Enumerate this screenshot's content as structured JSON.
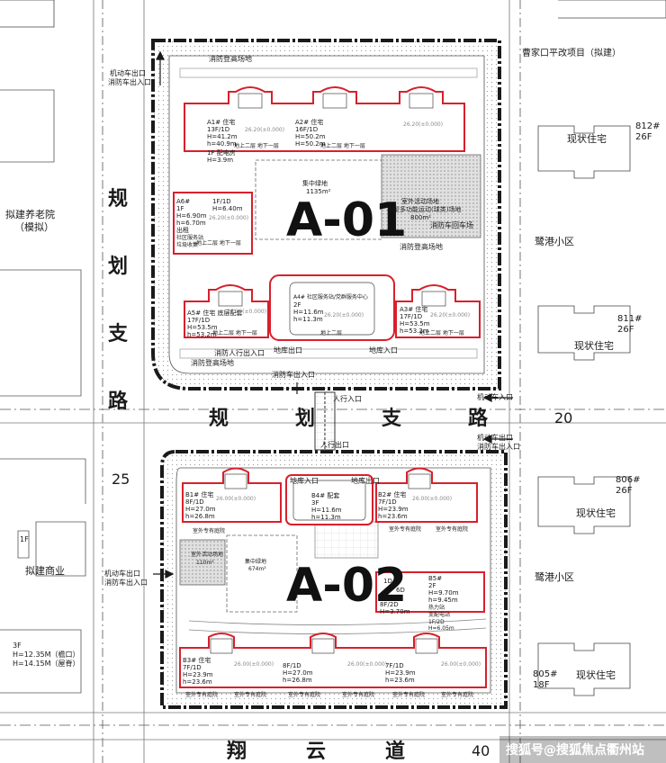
{
  "site_labels": {
    "a01": "A-01",
    "a02": "A-02"
  },
  "roads": {
    "west_road_chars": [
      "规",
      "划",
      "支",
      "路"
    ],
    "middle_road_chars": [
      "规",
      "划",
      "支",
      "路"
    ],
    "south_road_chars": [
      "翔",
      "云",
      "道"
    ],
    "west_road_width": "25",
    "middle_road_width": "20",
    "south_road_width": "40"
  },
  "surroundings": {
    "north_project": "曹家口平改项目（拟建）",
    "elderly_home": "拟建养老院",
    "elderly_home_note": "（模拟）",
    "lugang_1": "鹭港小区",
    "lugang_2": "鹭港小区",
    "commerce": "拟建商业",
    "existing_812": "现状住宅",
    "existing_811": "现状住宅",
    "existing_806": "现状住宅",
    "existing_805": "现状住宅",
    "b812_num": "812#",
    "b812_floors": "26F",
    "b811_num": "811#",
    "b811_floors": "26F",
    "b806_num": "806#",
    "b806_floors": "26F",
    "b805_num": "805#",
    "b805_floors": "18F",
    "sw_bldg_l1": "3F",
    "sw_bldg_l2": "H=12.35M（檐口）",
    "sw_bldg_l3": "H=14.15M（屋脊）",
    "sw_1f": "1F"
  },
  "a01": {
    "fire_ascent_top": "消防登高场地",
    "fire_ascent_mid": "消防登高场地",
    "fire_ascent_bottom": "消防登高场地",
    "motor_entry": "机动车出口",
    "fire_exit": "消防车出入口",
    "green_title": "集中绿地",
    "green_area": "1135m²",
    "sport_l1": "室外活动场地",
    "sport_l2": "小型多功能运动(球类)场地",
    "sport_area": "800m²",
    "fire_turn": "消防车回车场",
    "a1_name": "A1# 住宅",
    "a1_floors": "13F/1D",
    "a1_h": "H=41.2m",
    "a1_h2": "h=40.9m",
    "a1_annex": "1F 配电房",
    "a1_annex_h": "H=3.9m",
    "a2_name": "A2# 住宅",
    "a2_floors": "16F/1D",
    "a2_h": "H=50.2m",
    "a2_h2": "H=50.2m",
    "a6_name": "A6#",
    "a6_floors": "1F",
    "a6_h": "H=6.90m",
    "a6_h2": "h=6.70m",
    "a6_f": "1F/1D",
    "a6_fh": "H=6.40m",
    "a6_use": "出租",
    "a6_use2": "社区服务站",
    "a6_use3": "垃圾收集",
    "a4_name": "A4# 社区服务站/党群服务中心",
    "a4_floors": "2F",
    "a4_h": "H=11.6m",
    "a4_h2": "h=11.3m",
    "a4_level": "26.20(±0.000)",
    "a5_name": "A5# 住宅 底层配套",
    "a5_floors": "17F/1D",
    "a5_h": "H=53.5m",
    "a5_h2": "h=53.2m",
    "a3_name": "A3# 住宅",
    "a3_floors": "17F/1D",
    "a3_h": "H=53.5m",
    "a3_h2": "h=53.2m",
    "ped_entry": "消防人行出入口",
    "basement_exit": "地库出口",
    "basement_entry": "地库入口",
    "fire_entry_bottom": "消防车出入口",
    "a1_level": "26.20(±0.000)",
    "a2_level": "26.20(±0.000)",
    "a3_level": "26.20(±0.000)",
    "a5_level": "26.20(±0.000)",
    "a6_level": "26.20(±0.000)",
    "a1_lab": "地上二层  地下一层",
    "a2_lab": "地上二层  地下一层",
    "a4_lab": "地上二层",
    "a5_lab": "地上二层  地下一层",
    "a3_lab": "地上二层  地下一层",
    "a6_lab": "地上二层  地下一层"
  },
  "middle": {
    "motor_entry": "机动车入口",
    "ped_entry": "人行入口",
    "motor_exit": "机动车出口",
    "fire_entry": "消防车出入口",
    "ped_exit": "人行出口"
  },
  "a02": {
    "basement_in": "地库入口",
    "basement_out": "地库出口",
    "motor_exit": "机动车出口",
    "fire_exit": "消防车出入口",
    "b1_name": "B1# 住宅",
    "b1_floors": "8F/1D",
    "b1_h": "H=27.0m",
    "b1_h2": "h=26.8m",
    "b2_name": "B2# 住宅",
    "b2_floors": "7F/1D",
    "b2_h": "H=23.9m",
    "b2_h2": "h=23.6m",
    "b4_name": "B4# 配套",
    "b4_floors": "3F",
    "b4_h": "H=11.6m",
    "b4_h2": "h=11.3m",
    "b5_name": "B5#",
    "b5_floors": "2F",
    "b5_h": "H=9.70m",
    "b5_h2": "h=9.45m",
    "b5_use": "热力站",
    "b5_use2": "变配电站",
    "b5_f": "1F/2D",
    "b5_fh": "H=6.05m",
    "b5_f2": "8F/2D",
    "b5_fh2": "H=3.70m",
    "b5_cross": "1D",
    "b5_cross2": "6D",
    "b3_name": "B3# 住宅",
    "b3_floors": "7F/1D",
    "b3_h": "H=23.9m",
    "b3_h2": "h=23.6m",
    "bm_floors": "8F/1D",
    "bm_h": "H=27.0m",
    "bm_h2": "h=26.8m",
    "be_floors": "7F/1D",
    "be_h": "H=23.9m",
    "be_h2": "h=23.6m",
    "outdoor_1": "室外专有庭院",
    "outdoor_2": "室外专有庭院",
    "outdoor_3": "室外专有庭院",
    "outdoor_4": "室外专有庭院",
    "outdoor_5": "室外专有庭院",
    "outdoor_6": "室外专有庭院",
    "outdoor_7": "室外专有庭院",
    "outdoor_8": "室外专有庭院",
    "outdoor_9": "室外专有庭院",
    "sport_title": "室外活动场地",
    "sport_area": "110m²",
    "green_title": "集中绿地",
    "green_area": "674m²",
    "b1_level": "26.00(±0.000)",
    "b2_level": "26.00(±0.000)",
    "b3_level": "26.00(±0.000)",
    "bm_level": "26.00(±0.000)",
    "be_level": "26.00(±0.000)"
  },
  "watermark": "搜狐号@搜狐焦点衢州站",
  "colors": {
    "building_outline": "#d8202c",
    "site_boundary": "#1a1a1a",
    "linework": "#444444",
    "hatch": "#b8b8b8"
  }
}
